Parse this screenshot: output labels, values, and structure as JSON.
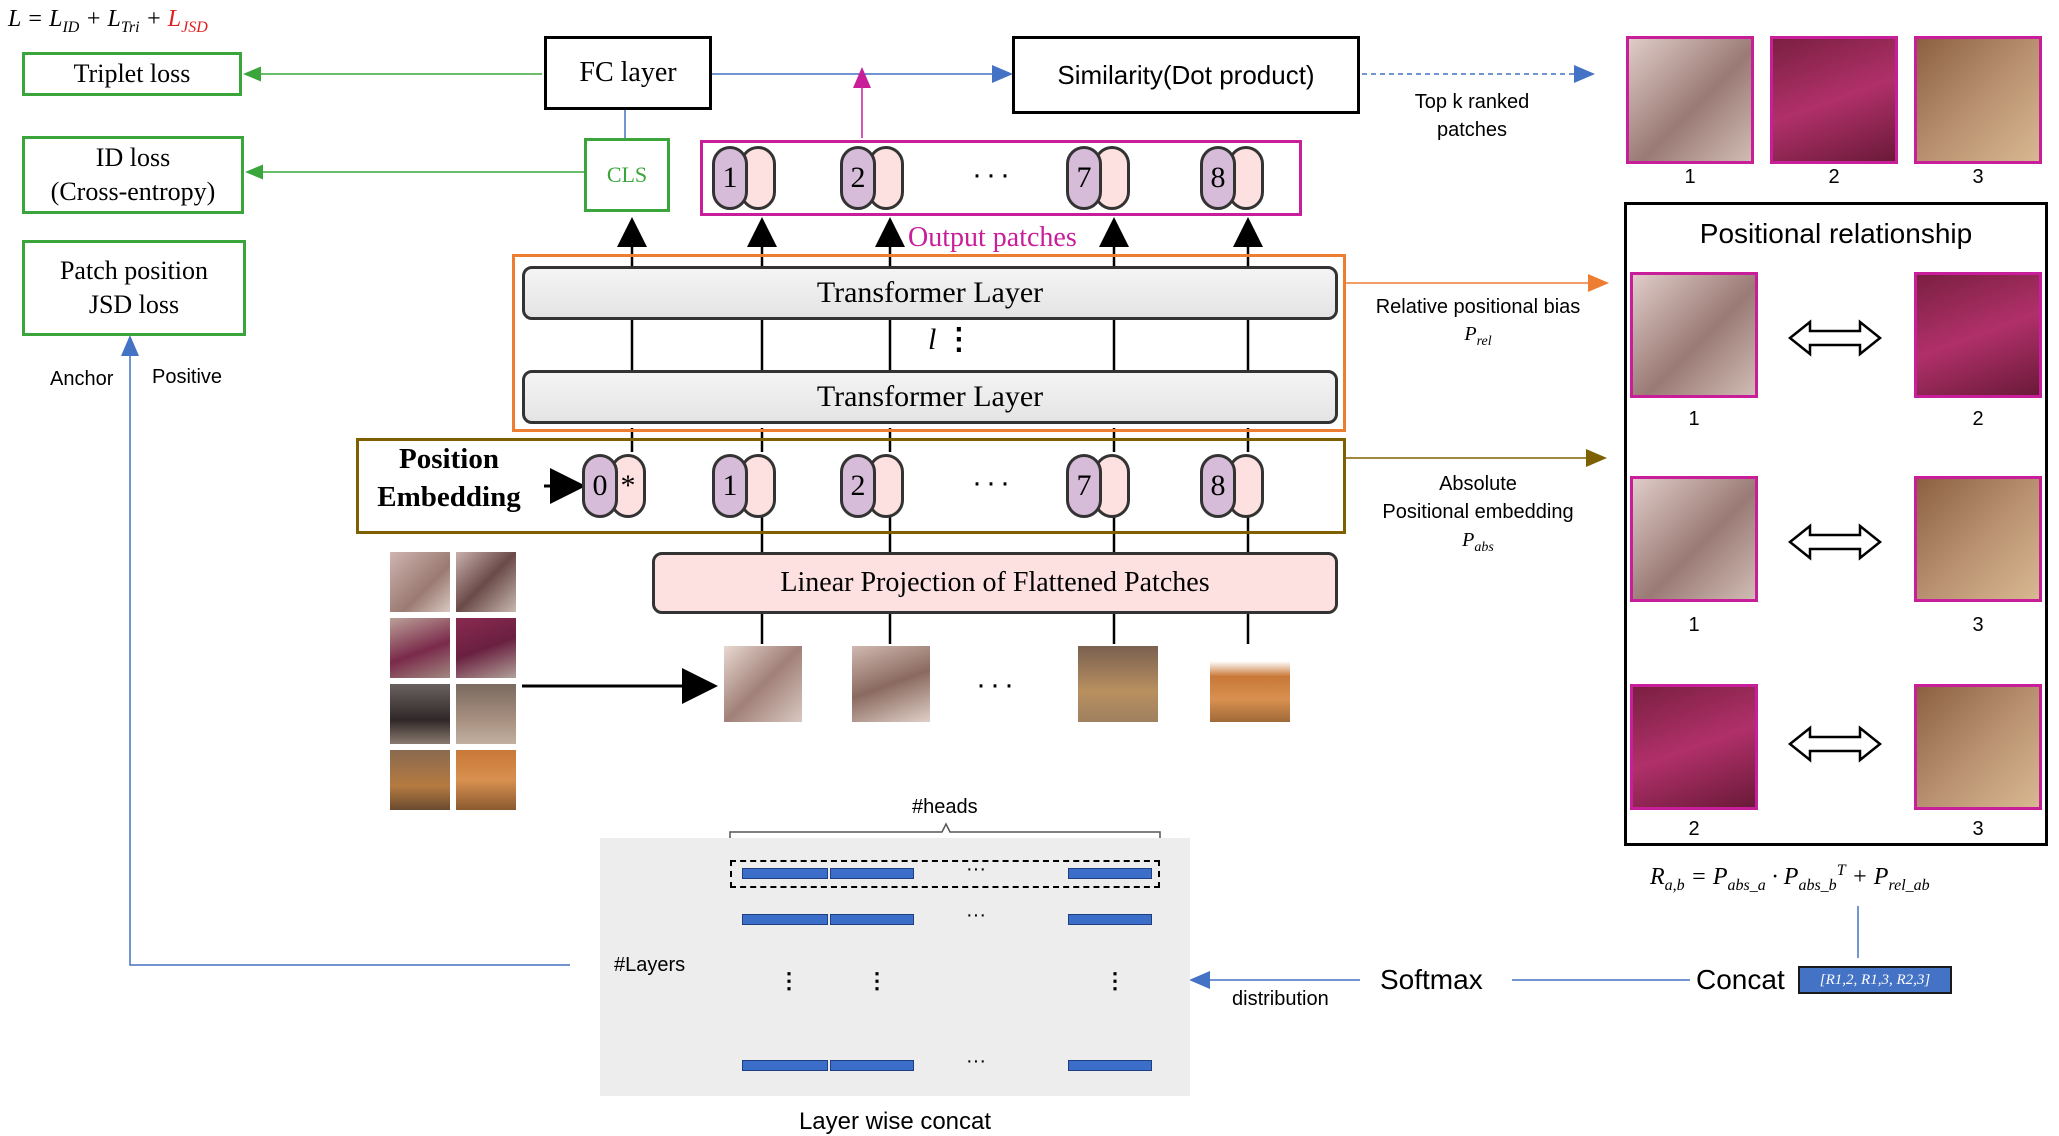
{
  "formula": {
    "prefix": "L = L",
    "id_sub": "ID",
    "plus1": " + L",
    "tri_sub": "Tri",
    "plus2": " + ",
    "jsd_L": "L",
    "jsd_sub": "JSD"
  },
  "losses": {
    "triplet": "Triplet loss",
    "id_line1": "ID loss",
    "id_line2": "(Cross-entropy)",
    "jsd_line1": "Patch position",
    "jsd_line2": "JSD loss"
  },
  "anchor": "Anchor",
  "positive": "Positive",
  "fc_layer": "FC layer",
  "similarity": "Similarity(Dot product)",
  "top_k": {
    "line1": "Top k ranked",
    "line2": "patches"
  },
  "cls": "CLS",
  "output_patches": "Output patches",
  "output_tokens": [
    "1",
    "2",
    "7",
    "8"
  ],
  "ellipsis": "···",
  "transformer_layer": "Transformer Layer",
  "layer_symbol": "l",
  "vdots": "⋮",
  "position_embedding": {
    "line1": "Position",
    "line2": "Embedding"
  },
  "embed_tokens": [
    {
      "left": "0",
      "right": "*"
    },
    {
      "left": "1",
      "right": ""
    },
    {
      "left": "2",
      "right": ""
    },
    {
      "left": "7",
      "right": ""
    },
    {
      "left": "8",
      "right": ""
    }
  ],
  "linear_projection": "Linear Projection of Flattened Patches",
  "rel_bias": {
    "label": "Relative positional bias",
    "sym": "P",
    "sub": "rel"
  },
  "abs_embed": {
    "line1": "Absolute",
    "line2": "Positional embedding",
    "sym": "P",
    "sub": "abs"
  },
  "top_ranks": [
    "1",
    "2",
    "3"
  ],
  "positional_relationship": {
    "title": "Positional relationship",
    "pairs": [
      [
        "1",
        "2"
      ],
      [
        "1",
        "3"
      ],
      [
        "2",
        "3"
      ]
    ]
  },
  "equation": {
    "R": "R",
    "R_sub": "a,b",
    "eq": " = ",
    "P1": "P",
    "P1_sub": "abs_a",
    "dot": " · ",
    "P2": "P",
    "P2_sub": "abs_b",
    "sup": "T",
    "plus": " + ",
    "P3": "P",
    "P3_sub": "rel_ab"
  },
  "concat": "Concat",
  "concat_vec": "[R1,2, R1,3, R2,3]",
  "softmax": "Softmax",
  "distribution": "distribution",
  "heads": "#heads",
  "layers": "#Layers",
  "layer_wise_concat": "Layer wise concat",
  "colors": {
    "green": "#3aa53a",
    "magenta": "#c81e9a",
    "orange": "#ed7d31",
    "brown": "#7f6000",
    "blue": "#4472c4",
    "purple_token": "#d6bcd8",
    "pink_token": "#fde1e0"
  }
}
